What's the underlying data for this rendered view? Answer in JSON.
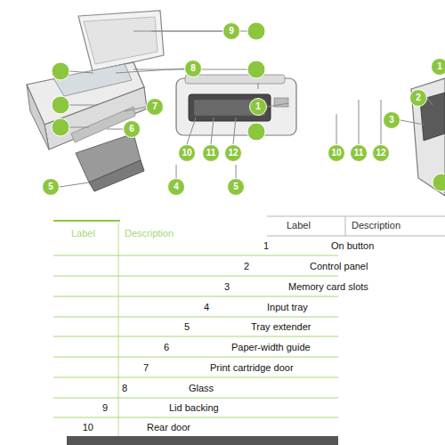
{
  "diagram": {
    "labels": [
      "9",
      "8",
      "7",
      "6",
      "5",
      "4",
      "5",
      "10",
      "11",
      "12",
      "10",
      "11",
      "12",
      "3",
      "2",
      "1",
      "1",
      "Label",
      "Description",
      "Label",
      "Description",
      "1",
      "On button",
      "2",
      "Control panel",
      "3",
      "Memory card slots",
      "4",
      "Input tray",
      "5",
      "Tray extender",
      "6",
      "Paper-width guide",
      "7",
      "Print cartridge door",
      "8",
      "Glass",
      "9",
      "Lid backing",
      "10",
      "Rear door"
    ]
  }
}
